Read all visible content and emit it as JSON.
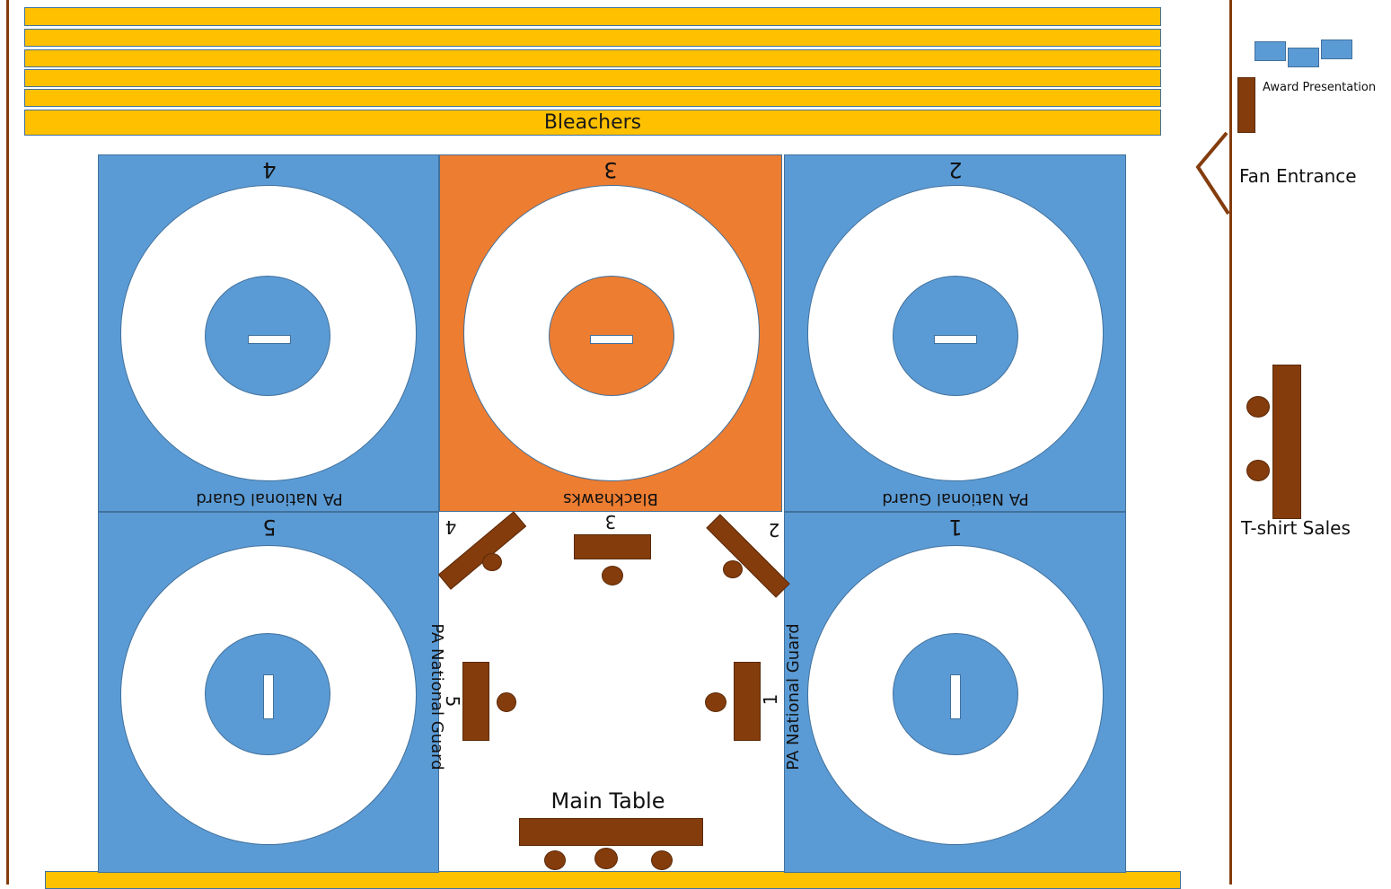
{
  "bleachers": {
    "label": "Bleachers"
  },
  "mats": {
    "mat4": {
      "number": "4",
      "sponsor": "PA National Guard"
    },
    "mat3": {
      "number": "3",
      "sponsor": "Blackhawks"
    },
    "mat2": {
      "number": "2",
      "sponsor": "PA National Guard"
    },
    "mat5": {
      "number": "5",
      "sponsor": "PA National Guard"
    },
    "mat1": {
      "number": "1",
      "sponsor": "PA National Guard"
    }
  },
  "tables": {
    "t1": "1",
    "t2": "2",
    "t3": "3",
    "t4": "4",
    "t5": "5",
    "main": "Main Table"
  },
  "side": {
    "award": "Award Presentation",
    "fan_entrance": "Fan Entrance",
    "tshirt": "T-shirt Sales"
  },
  "colors": {
    "mat_blue": "#5B9BD5",
    "mat_orange": "#ED7D31",
    "bleacher_yellow": "#FFC000",
    "table_brown": "#843C0C"
  }
}
